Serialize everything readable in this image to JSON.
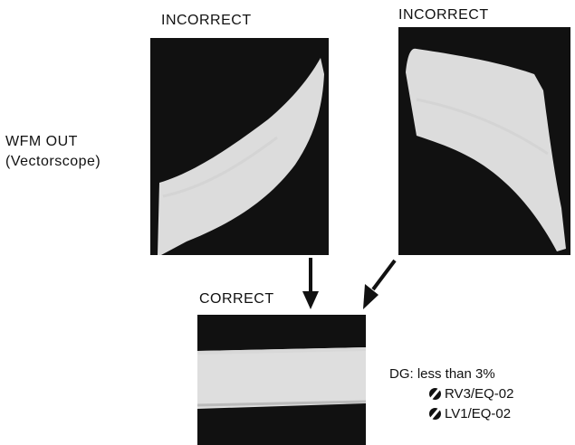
{
  "labels": {
    "incorrect_left": "INCORRECT",
    "incorrect_right": "INCORRECT",
    "correct": "CORRECT",
    "side_line1": "WFM OUT",
    "side_line2": "(Vectorscope)"
  },
  "note": {
    "dg_line": "DG:  less than 3%",
    "items": [
      "RV3/EQ-02",
      "LV1/EQ-02"
    ]
  },
  "colors": {
    "screen": "#111111",
    "trace": "#eeeeee",
    "ink": "#111111"
  },
  "icons": [
    "slashed-circle-icon",
    "arrow-down-icon"
  ]
}
